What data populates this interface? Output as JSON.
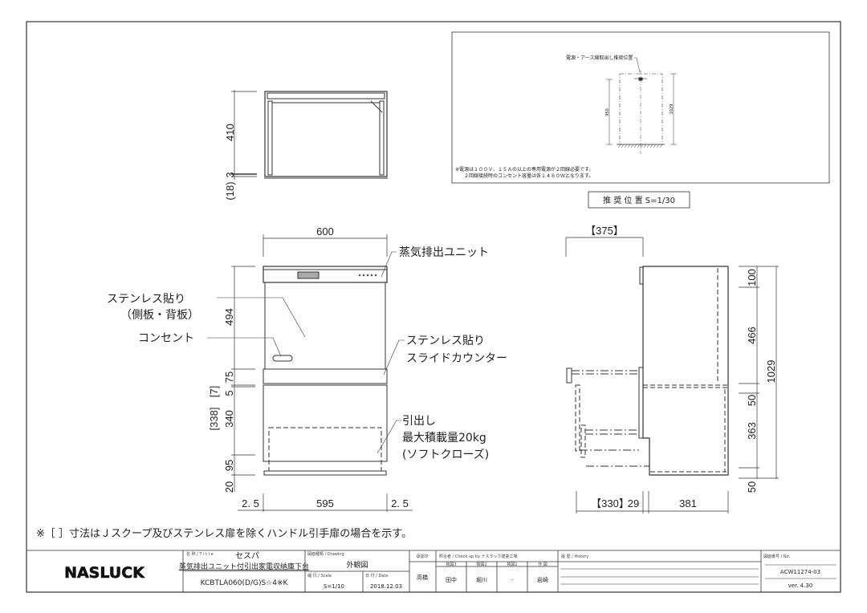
{
  "plan_view": {
    "dim_depth": "410",
    "dim_gap": "3",
    "dim_18": "(18)"
  },
  "front_view": {
    "dim_width": "600",
    "dim_494": "494",
    "dim_75": "75",
    "dim_5": "5",
    "dim_7": "[7]",
    "dim_340": "340",
    "dim_338": "[338]",
    "dim_95": "95",
    "dim_20": "20",
    "dim_left": "2. 5",
    "dim_inner": "595",
    "dim_right": "2. 5",
    "label_steam": "蒸気排出ユニット",
    "label_stainless": "ステンレス貼り",
    "label_sides": "（側板・背板）",
    "label_outlet": "コンセント",
    "label_counter_1": "ステンレス貼り",
    "label_counter_2": "スライドカウンター",
    "label_drawer_1": "引出し",
    "label_drawer_2": "最大積載量20kg",
    "label_drawer_3": "(ソフトクローズ)"
  },
  "side_view": {
    "dim_375": "【375】",
    "dim_100": "100",
    "dim_466": "466",
    "dim_50a": "50",
    "dim_363": "363",
    "dim_50b": "50",
    "dim_1029": "1029",
    "dim_330": "【330】",
    "dim_29": "29",
    "dim_381": "381"
  },
  "inset": {
    "label": "電源・アース線取出し推奨位置",
    "dim_950": "950",
    "dim_1029": "1029",
    "note_1": "※電源は１００Ｖ、１５Ａの以上の専用電源が２回線必要です。",
    "note_2": "２回線接続時のコンセント容量は各１４８０Ｗとなります。",
    "caption": "推 奨 位 置  S=1/30"
  },
  "footnote": "※［ ］寸法はＪスクープ及びステンレス扉を除くハンドル引手扉の場合を示す。",
  "title_block": {
    "logo": "NASLUCK",
    "title_label": "名 称 / T i t l e",
    "title_main": "セスパ",
    "title_sub": "蒸気排出ユニット付引出家電収納庫下台",
    "model": "KCBTLA060(D/G)S☆4※K",
    "drawing_label": "図面種類 / Drawing",
    "drawing": "外観図",
    "scale_label": "縮 尺 / Scale",
    "scale": "S=1/10",
    "date_label": "日 付 / Date",
    "date": "2018.12.03",
    "approval_label": "承認印",
    "approver": "高橋",
    "check_label": "照合者 / Check up by ナスラック建委工場",
    "check_cols": [
      {
        "h": "検図3",
        "v": "田中"
      },
      {
        "h": "検図2",
        "v": "堀川"
      },
      {
        "h": "検図1",
        "v": "-"
      },
      {
        "h": "作 図",
        "v": "岩崎"
      }
    ],
    "history_label": "履 歴 / History",
    "no_label": "図面番号 / No.",
    "no": "ACW11274-03",
    "version": "ver. 4.30"
  }
}
